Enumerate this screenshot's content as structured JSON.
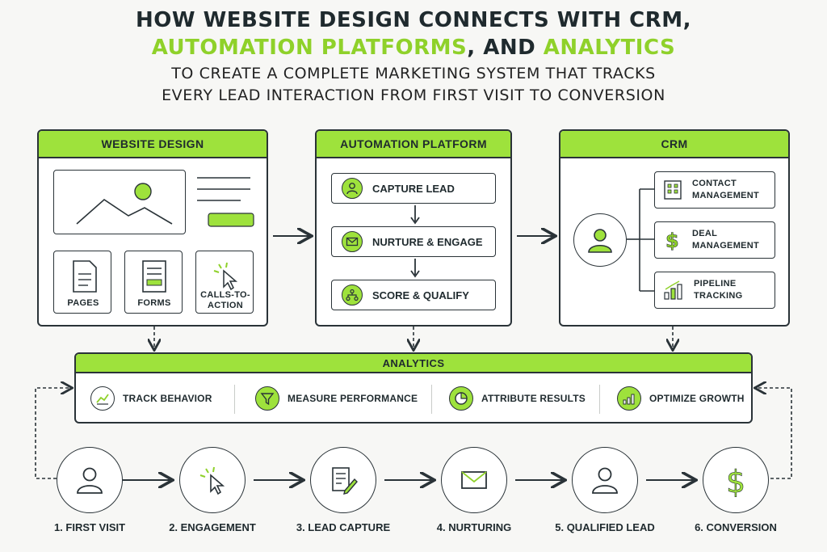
{
  "title": {
    "line1": "HOW WEBSITE DESIGN CONNECTS WITH CRM,",
    "line2_accent1": "AUTOMATION PLATFORMS",
    "line2_mid": ", AND ",
    "line2_accent2": "ANALYTICS",
    "subtitle1": "TO CREATE A COMPLETE MARKETING SYSTEM THAT TRACKS",
    "subtitle2": "EVERY LEAD INTERACTION FROM FIRST VISIT TO CONVERSION"
  },
  "website": {
    "header": "WEBSITE DESIGN",
    "items": [
      "PAGES",
      "FORMS",
      "CALLS-TO-\nACTION"
    ]
  },
  "automation": {
    "header": "AUTOMATION PLATFORM",
    "steps": [
      "CAPTURE LEAD",
      "NURTURE & ENGAGE",
      "SCORE & QUALIFY"
    ]
  },
  "crm": {
    "header": "CRM",
    "items": [
      "CONTACT\nMANAGEMENT",
      "DEAL\nMANAGEMENT",
      "PIPELINE\nTRACKING"
    ]
  },
  "analytics": {
    "header": "ANALYTICS",
    "items": [
      "TRACK BEHAVIOR",
      "MEASURE PERFORMANCE",
      "ATTRIBUTE RESULTS",
      "OPTIMIZE GROWTH"
    ]
  },
  "journey": {
    "steps": [
      "1. FIRST VISIT",
      "2. ENGAGEMENT",
      "3. LEAD CAPTURE",
      "4. NURTURING",
      "5. QUALIFIED LEAD",
      "6. CONVERSION"
    ]
  },
  "colors": {
    "accent": "#9ee23c",
    "accent_text": "#8fd12a",
    "ink": "#2a3338"
  },
  "icons": {
    "automation": [
      "user-icon",
      "mail-icon",
      "hierarchy-icon"
    ],
    "crm": [
      "building-icon",
      "dollar-icon",
      "bar-chart-icon"
    ],
    "analytics": [
      "line-chart-icon",
      "funnel-icon",
      "pie-chart-icon",
      "growth-chart-icon"
    ],
    "journey": [
      "user-icon",
      "cursor-click-icon",
      "document-edit-icon",
      "mail-icon",
      "user-icon",
      "dollar-icon"
    ]
  }
}
